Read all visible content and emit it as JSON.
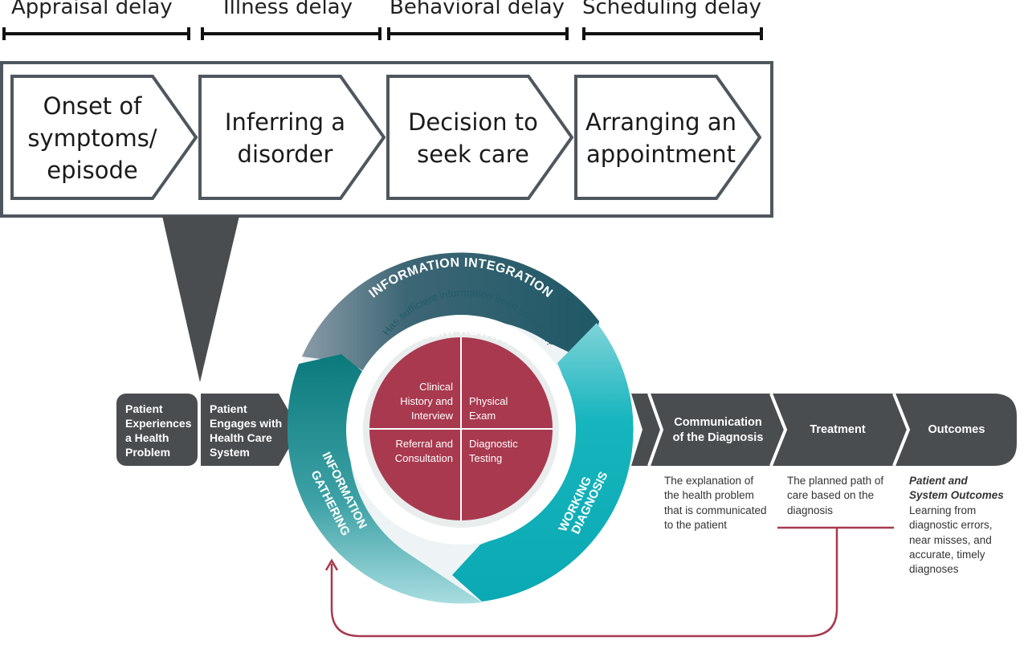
{
  "delays": [
    {
      "label": "Appraisal delay"
    },
    {
      "label": "Illness delay"
    },
    {
      "label": "Behavioral delay"
    },
    {
      "label": "Scheduling delay"
    }
  ],
  "stages": [
    {
      "label": "Onset of\nsymptoms/\nepisode"
    },
    {
      "label": "Inferring a\ndisorder"
    },
    {
      "label": "Decision to\nseek care"
    },
    {
      "label": "Arranging an\nappointment"
    }
  ],
  "process": {
    "start_1": "Patient\nExperiences\na Health\nProblem",
    "start_2": "Patient\nEngages with\nHealth Care\nSystem",
    "communication": "Communication\nof the Diagnosis",
    "treatment": "Treatment",
    "outcomes": "Outcomes"
  },
  "cycle": {
    "integration": "INFORMATION INTEGRATION",
    "interpretation": "& INTERPRETATION",
    "gathering_1": "INFORMATION",
    "gathering_2": "GATHERING",
    "working_1": "WORKING",
    "working_2": "DIAGNOSIS",
    "question": "Has sufficient information been collected?"
  },
  "quadrants": {
    "history": "Clinical\nHistory and\nInterview",
    "exam": "Physical\nExam",
    "referral": "Referral and\nConsultation",
    "testing": "Diagnostic\nTesting"
  },
  "notes": {
    "communication": "The explanation of\nthe health problem\nthat is communicated\nto the patient",
    "treatment": "The planned path of\ncare based on the\ndiagnosis",
    "outcomes_title": "Patient and\nSystem Outcomes",
    "outcomes_body": "Learning from\ndiagnostic errors,\nnear misses, and\naccurate, timely\ndiagnoses"
  },
  "colors": {
    "dark_gray": "#4a4d50",
    "frame": "#4f575e",
    "crimson": "#a8394f",
    "dark_teal": "#235c68",
    "teal": "#0d7f80",
    "cyan": "#13b3bd"
  }
}
